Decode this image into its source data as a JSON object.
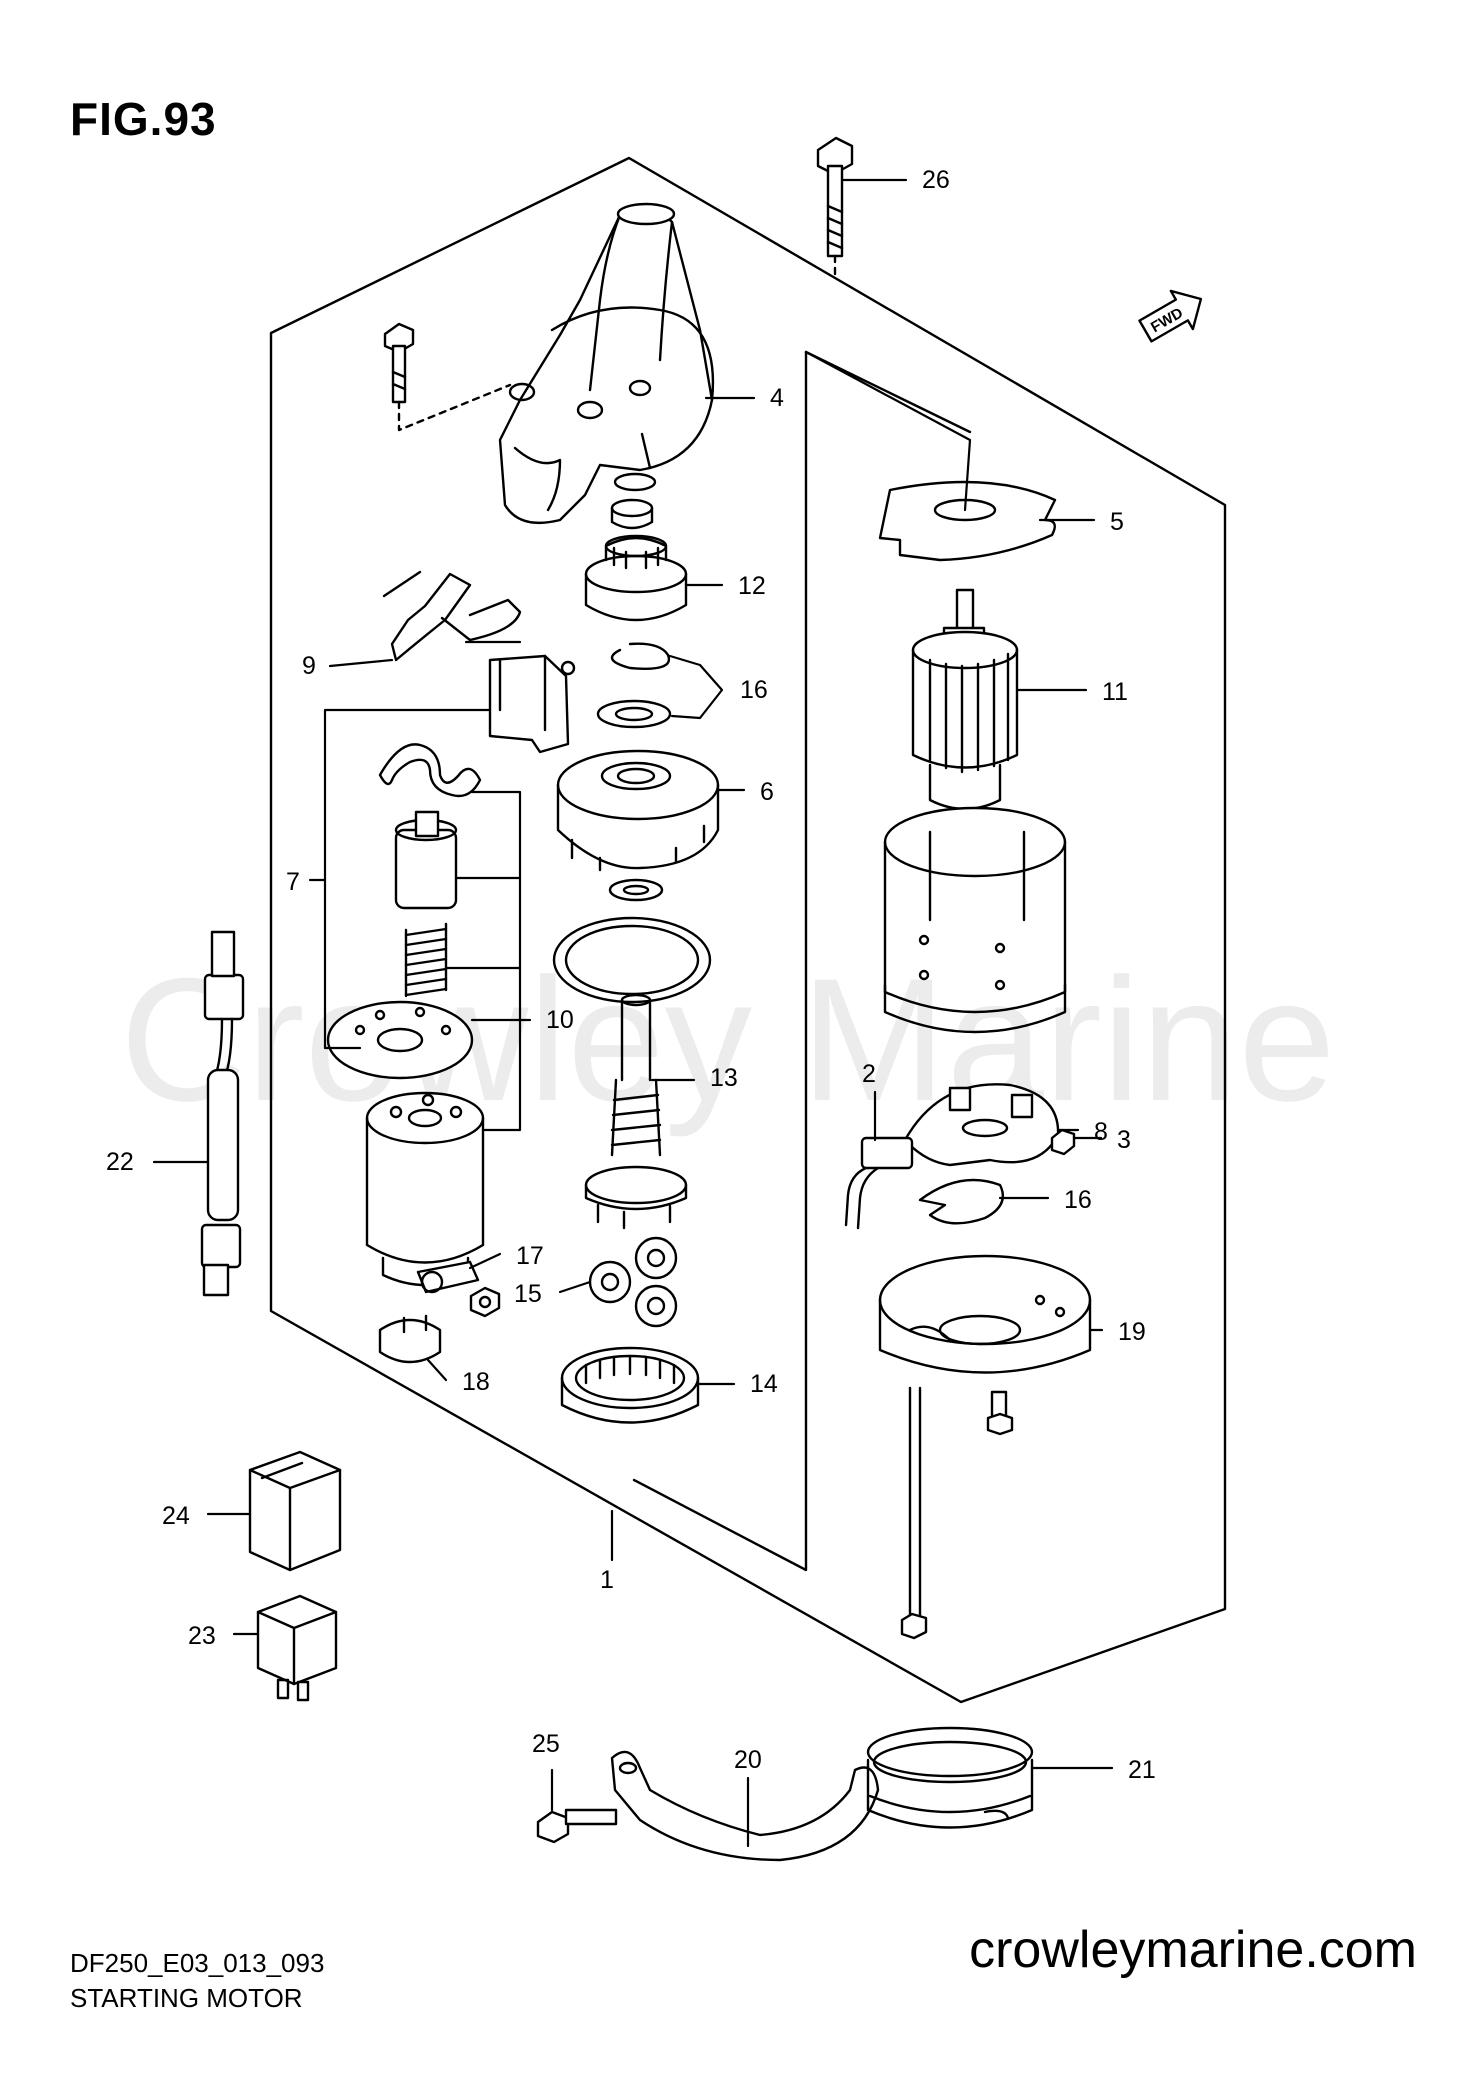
{
  "header": {
    "figure_title": "FIG.93"
  },
  "watermark": "Crowley Marine",
  "footer": {
    "diagram_code": "DF250_E03_013_093",
    "caption": "STARTING MOTOR",
    "website": "crowleymarine.com"
  },
  "direction_badge": "FWD",
  "callouts": [
    {
      "key": "c1",
      "label": "1"
    },
    {
      "key": "c2",
      "label": "2"
    },
    {
      "key": "c3",
      "label": "3"
    },
    {
      "key": "c4",
      "label": "4"
    },
    {
      "key": "c5",
      "label": "5"
    },
    {
      "key": "c6",
      "label": "6"
    },
    {
      "key": "c7",
      "label": "7"
    },
    {
      "key": "c8",
      "label": "8"
    },
    {
      "key": "c9",
      "label": "9"
    },
    {
      "key": "c10",
      "label": "10"
    },
    {
      "key": "c11",
      "label": "11"
    },
    {
      "key": "c12",
      "label": "12"
    },
    {
      "key": "c13",
      "label": "13"
    },
    {
      "key": "c14",
      "label": "14"
    },
    {
      "key": "c15",
      "label": "15"
    },
    {
      "key": "c16a",
      "label": "16"
    },
    {
      "key": "c16b",
      "label": "16"
    },
    {
      "key": "c17",
      "label": "17"
    },
    {
      "key": "c18",
      "label": "18"
    },
    {
      "key": "c19",
      "label": "19"
    },
    {
      "key": "c20",
      "label": "20"
    },
    {
      "key": "c21",
      "label": "21"
    },
    {
      "key": "c22",
      "label": "22"
    },
    {
      "key": "c23",
      "label": "23"
    },
    {
      "key": "c24",
      "label": "24"
    },
    {
      "key": "c25",
      "label": "25"
    },
    {
      "key": "c26",
      "label": "26"
    }
  ]
}
